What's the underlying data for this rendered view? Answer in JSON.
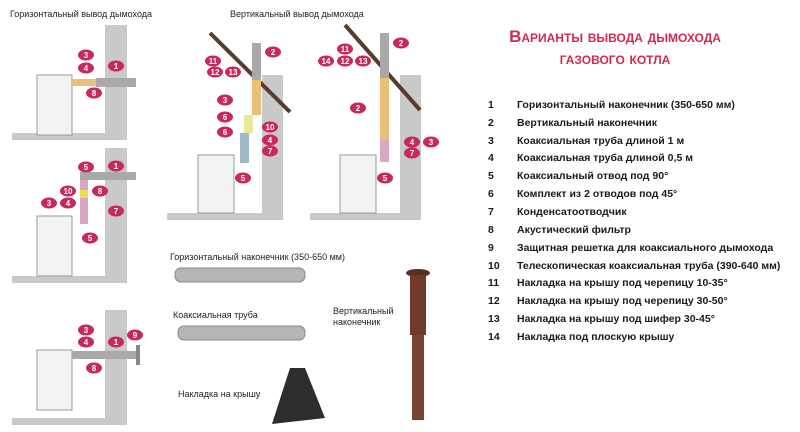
{
  "headings": {
    "horizontal": "Горизонтальный вывод дымохода",
    "vertical": "Вертикальный вывод дымохода"
  },
  "title": {
    "line1": "Варианты вывода дымохода",
    "line2": "газового котла"
  },
  "legend": [
    {
      "n": "1",
      "text": "Горизонтальный наконечник (350-650 мм)"
    },
    {
      "n": "2",
      "text": "Вертикальный наконечник"
    },
    {
      "n": "3",
      "text": "Коаксиальная труба длиной 1 м"
    },
    {
      "n": "4",
      "text": "Коаксиальная труба длиной 0,5 м"
    },
    {
      "n": "5",
      "text": "Коаксиальный отвод под 90°"
    },
    {
      "n": "6",
      "text": "Комплект из 2 отводов под 45°"
    },
    {
      "n": "7",
      "text": "Конденсатоотводчик"
    },
    {
      "n": "8",
      "text": "Акустический фильтр"
    },
    {
      "n": "9",
      "text": "Защитная решетка для коаксиального дымохода"
    },
    {
      "n": "10",
      "text": "Телескопическая коаксиальная труба (390-640 мм)"
    },
    {
      "n": "11",
      "text": "Накладка на крышу под черепицу 10-35°"
    },
    {
      "n": "12",
      "text": "Накладка на крышу под черепицу 30-50°"
    },
    {
      "n": "13",
      "text": "Накладка на крышу под шифер 30-45°"
    },
    {
      "n": "14",
      "text": "Накладка под плоскую крышу"
    }
  ],
  "products": {
    "horizontal_tip": "Горизонтальный наконечник (350-650 мм)",
    "coax_pipe": "Коаксиальная труба",
    "vertical_tip_1": "Вертикальный",
    "vertical_tip_2": "наконечник",
    "roof_flashing": "Накладка на крышу"
  },
  "badges": {
    "scene1": [
      "3",
      "4",
      "1",
      "8"
    ],
    "scene2": [
      "5",
      "1",
      "10",
      "8",
      "3",
      "4",
      "7",
      "5"
    ],
    "scene3": [
      "3",
      "4",
      "1",
      "9",
      "8"
    ],
    "scene4": [
      "2",
      "11",
      "12",
      "13",
      "3",
      "6",
      "10",
      "6",
      "4",
      "7",
      "5"
    ],
    "scene5": [
      "2",
      "11",
      "14",
      "12",
      "13",
      "2",
      "4",
      "3",
      "7",
      "5"
    ]
  },
  "colors": {
    "badge": "#c8285a",
    "title": "#d4294f",
    "wall": "#c9c9c9",
    "pipe": "#a9a9a9",
    "brown_pipe": "#6e3b2c"
  }
}
